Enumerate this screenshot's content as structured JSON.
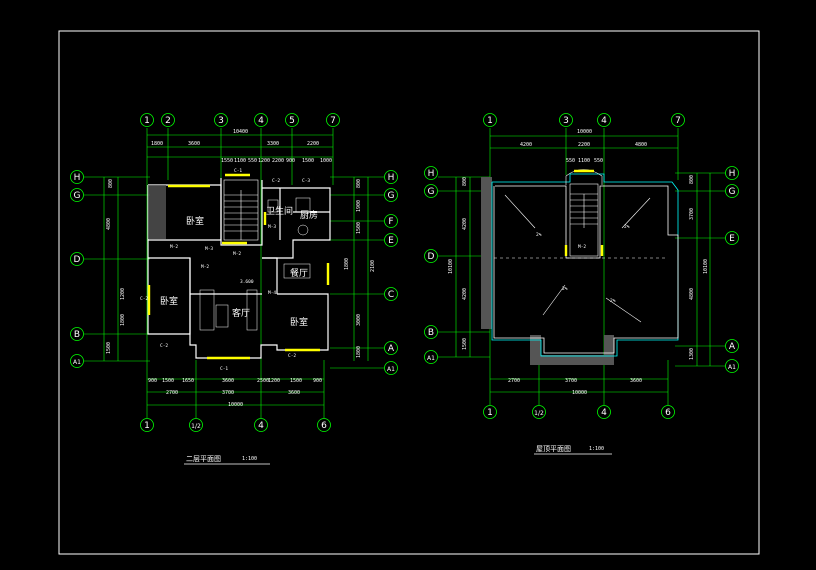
{
  "colors": {
    "background": "#000000",
    "frame": "#ffffff",
    "grid_axis": "#00ff00",
    "wall": "#ffffff",
    "window": "#ffff00",
    "dimension_text": "#ffffff",
    "stair": "#ffffff",
    "roof_outline": "#00ffff",
    "roof_fill": "#4a4a4a"
  },
  "plan_left": {
    "title": "二层平面图",
    "scale": "1:100",
    "top_grid_labels": [
      "1",
      "2",
      "3",
      "4",
      "5",
      "7"
    ],
    "bottom_grid_labels": [
      "1",
      "1/2",
      "4",
      "6"
    ],
    "left_grid_labels": [
      "H",
      "G",
      "D",
      "B",
      "A1"
    ],
    "right_grid_labels": [
      "H",
      "G",
      "F",
      "E",
      "C",
      "A",
      "A1"
    ],
    "top_total_dim": "10400",
    "top_dims_row1": [
      "1800",
      "3600",
      "3300",
      "2200"
    ],
    "top_dims_row2": [
      "1550",
      "1100",
      "550",
      "1200",
      "2200",
      "900",
      "1500",
      "1000"
    ],
    "bottom_dims_row1": [
      "900",
      "1500",
      "1650",
      "3600",
      "2500",
      "1200",
      "1500",
      "900"
    ],
    "bottom_dims_row2": [
      "2700",
      "3700",
      "3600"
    ],
    "bottom_total_dim": "10000",
    "left_dims": [
      "800",
      "4800",
      "1200",
      "1800",
      "1500"
    ],
    "right_dims": [
      "800",
      "1900",
      "1500",
      "1800",
      "2100",
      "3000",
      "1800"
    ],
    "rooms": {
      "bedroom_top": "卧室",
      "bedroom_left": "卧室",
      "bedroom_right": "卧室",
      "living": "客厅",
      "dining": "餐厅",
      "kitchen": "厨房",
      "bath": "卫生间"
    },
    "window_tags": [
      "C-1",
      "C-2",
      "C-2",
      "C-2",
      "C-3",
      "C-2",
      "C-1"
    ],
    "door_tags": [
      "M-2",
      "M-2",
      "M-3",
      "M-2",
      "M-3",
      "M-4"
    ],
    "level_mark": "3.600"
  },
  "plan_right": {
    "title": "屋顶平面图",
    "scale": "1:100",
    "top_grid_labels": [
      "1",
      "3",
      "4",
      "7"
    ],
    "bottom_grid_labels": [
      "1",
      "1/2",
      "4",
      "6"
    ],
    "left_grid_labels": [
      "H",
      "G",
      "D",
      "B",
      "A1"
    ],
    "right_grid_labels": [
      "H",
      "G",
      "E",
      "A",
      "A1"
    ],
    "top_total_dim": "10000",
    "top_dims": [
      "4200",
      "2200",
      "4800"
    ],
    "stair_dims": [
      "550",
      "1100",
      "550"
    ],
    "bottom_dims": [
      "2700",
      "3700",
      "3600"
    ],
    "bottom_total_dim": "10000",
    "left_dims": [
      "800",
      "4200",
      "4200",
      "1500"
    ],
    "right_dims": [
      "800",
      "3700",
      "4800",
      "1300"
    ],
    "total_height_dim": "10100",
    "door_tag": "M-2",
    "slope_marks": [
      "2%",
      "2%",
      "2%",
      "2%"
    ]
  }
}
